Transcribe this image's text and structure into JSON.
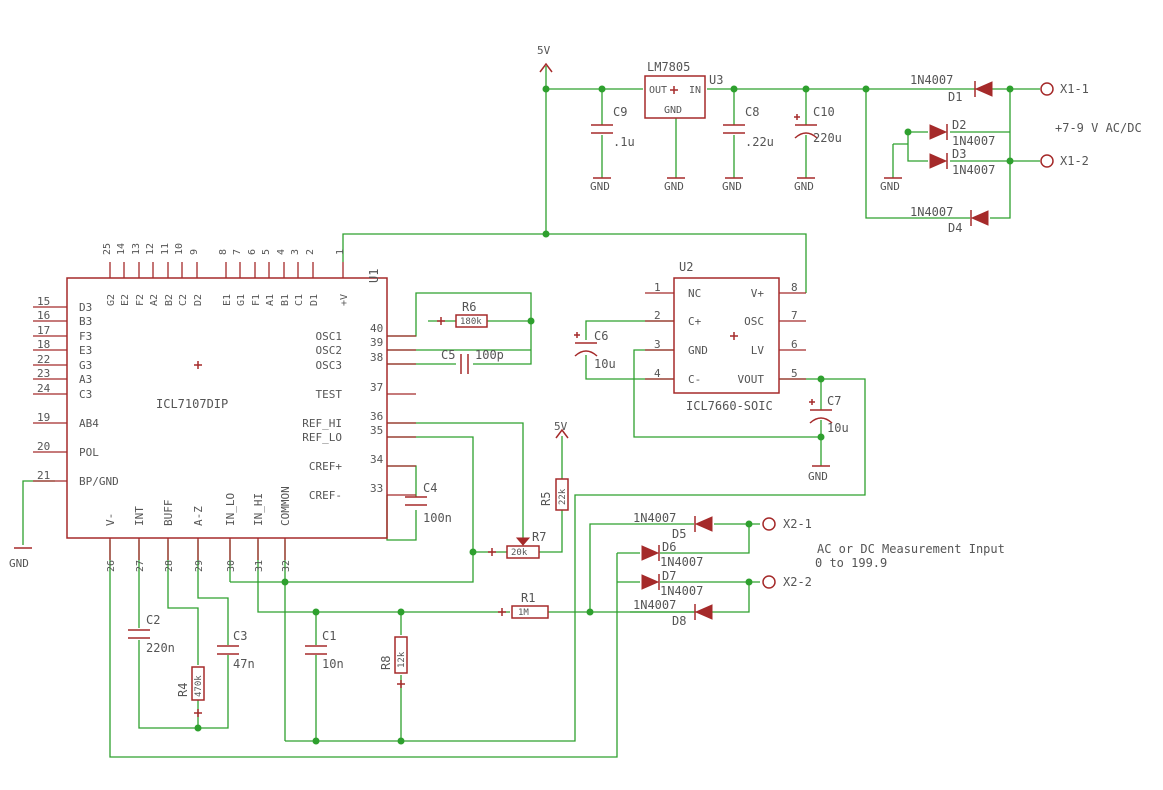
{
  "supply": {
    "regulator": {
      "name": "LM7805",
      "ref": "U3",
      "pin_out": "OUT",
      "pin_in": "IN",
      "pin_gnd": "GND"
    },
    "net_5v": "5V",
    "net_5v_pot": "5V",
    "gnd": "GND",
    "c9": {
      "name": "C9",
      "value": ".1u"
    },
    "c8": {
      "name": "C8",
      "value": ".22u"
    },
    "c10": {
      "name": "C10",
      "value": "220u"
    },
    "d1": {
      "name": "D1",
      "value": "1N4007"
    },
    "d2": {
      "name": "D2",
      "value": "1N4007"
    },
    "d3": {
      "name": "D3",
      "value": "1N4007"
    },
    "d4": {
      "name": "D4",
      "value": "1N4007"
    },
    "x1_1": "X1-1",
    "x1_2": "X1-2",
    "note": "+7-9 V AC/DC"
  },
  "adc": {
    "name": "ICL7107DIP",
    "ref": "U1",
    "top_pins": [
      {
        "num": "25",
        "label": "G2"
      },
      {
        "num": "14",
        "label": "E2"
      },
      {
        "num": "13",
        "label": "F2"
      },
      {
        "num": "12",
        "label": "A2"
      },
      {
        "num": "11",
        "label": "B2"
      },
      {
        "num": "10",
        "label": "C2"
      },
      {
        "num": "9",
        "label": "D2"
      },
      {
        "num": "8",
        "label": "E1"
      },
      {
        "num": "7",
        "label": "G1"
      },
      {
        "num": "6",
        "label": "F1"
      },
      {
        "num": "5",
        "label": "A1"
      },
      {
        "num": "4",
        "label": "B1"
      },
      {
        "num": "3",
        "label": "C1"
      },
      {
        "num": "2",
        "label": "D1"
      },
      {
        "num": "1",
        "label": "+V"
      }
    ],
    "left_pins": [
      {
        "num": "15",
        "label": "D3"
      },
      {
        "num": "16",
        "label": "B3"
      },
      {
        "num": "17",
        "label": "F3"
      },
      {
        "num": "18",
        "label": "E3"
      },
      {
        "num": "22",
        "label": "G3"
      },
      {
        "num": "23",
        "label": "A3"
      },
      {
        "num": "24",
        "label": "C3"
      },
      {
        "num": "19",
        "label": "AB4"
      },
      {
        "num": "20",
        "label": "POL"
      },
      {
        "num": "21",
        "label": "BP/GND"
      }
    ],
    "right_pins": [
      {
        "num": "40",
        "label": "OSC1"
      },
      {
        "num": "39",
        "label": "OSC2"
      },
      {
        "num": "38",
        "label": "OSC3"
      },
      {
        "num": "37",
        "label": "TEST"
      },
      {
        "num": "36",
        "label": "REF_HI"
      },
      {
        "num": "35",
        "label": "REF_LO"
      },
      {
        "num": "34",
        "label": "CREF+"
      },
      {
        "num": "33",
        "label": "CREF-"
      }
    ],
    "bottom_pins": [
      {
        "num": "26",
        "label": "V-"
      },
      {
        "num": "27",
        "label": "INT"
      },
      {
        "num": "28",
        "label": "BUFF"
      },
      {
        "num": "29",
        "label": "A-Z"
      },
      {
        "num": "30",
        "label": "IN_LO"
      },
      {
        "num": "31",
        "label": "IN_HI"
      },
      {
        "num": "32",
        "label": "COMMON"
      }
    ],
    "gnd": "GND"
  },
  "inverter": {
    "name": "ICL7660-SOIC",
    "ref": "U2",
    "left_pins": [
      {
        "num": "1",
        "label": "NC"
      },
      {
        "num": "2",
        "label": "C+"
      },
      {
        "num": "3",
        "label": "GND"
      },
      {
        "num": "4",
        "label": "C-"
      }
    ],
    "right_pins": [
      {
        "num": "8",
        "label": "V+"
      },
      {
        "num": "7",
        "label": "OSC"
      },
      {
        "num": "6",
        "label": "LV"
      },
      {
        "num": "5",
        "label": "VOUT"
      }
    ],
    "c6": {
      "name": "C6",
      "value": "10u"
    },
    "c7": {
      "name": "C7",
      "value": "10u"
    },
    "gnd": "GND"
  },
  "passives": {
    "r6": {
      "name": "R6",
      "value": "180k"
    },
    "c5": {
      "name": "C5",
      "value": "100p"
    },
    "c4": {
      "name": "C4",
      "value": "100n"
    },
    "r5": {
      "name": "R5",
      "value": "22k"
    },
    "r7": {
      "name": "R7",
      "value": "20k"
    },
    "r1": {
      "name": "R1",
      "value": "1M"
    },
    "r8": {
      "name": "R8",
      "value": "12k"
    },
    "c1": {
      "name": "C1",
      "value": "10n"
    },
    "c2": {
      "name": "C2",
      "value": "220n"
    },
    "c3": {
      "name": "C3",
      "value": "47n"
    },
    "r4": {
      "name": "R4",
      "value": "470k"
    }
  },
  "measurement": {
    "d5": {
      "name": "D5",
      "value": "1N4007"
    },
    "d6": {
      "name": "D6",
      "value": "1N4007"
    },
    "d7": {
      "name": "D7",
      "value": "1N4007"
    },
    "d8": {
      "name": "D8",
      "value": "1N4007"
    },
    "x2_1": "X2-1",
    "x2_2": "X2-2",
    "note_line1": "AC or DC Measurement Input",
    "note_line2": "0 to 199.9"
  },
  "colors": {
    "wire": "#2ea02e",
    "part": "#a52a2a",
    "text": "#555555",
    "background": "#ffffff"
  }
}
